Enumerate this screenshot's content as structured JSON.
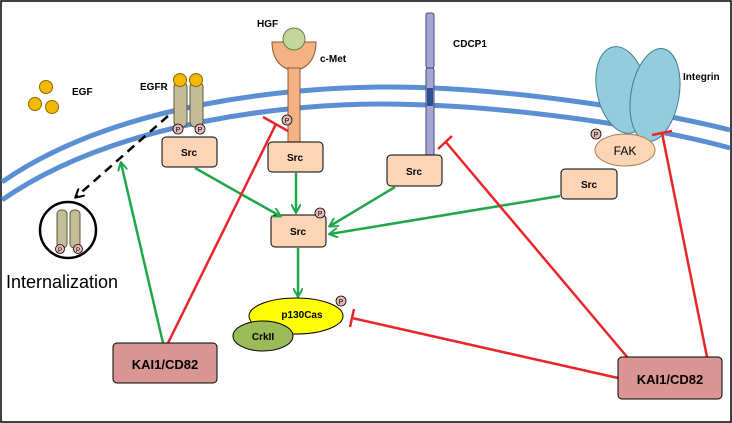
{
  "labels": {
    "egf": "EGF",
    "egfr": "EGFR",
    "hgf": "HGF",
    "cmet": "c-Met",
    "cdcp1": "CDCP1",
    "integrin": "Integrin",
    "fak": "FAK",
    "src_egfr": "Src",
    "src_cmet": "Src",
    "src_center": "Src",
    "src_cdcp1": "Src",
    "src_fak": "Src",
    "p130cas": "p130Cas",
    "crkii": "CrkII",
    "kai1_left": "KAI1/CD82",
    "kai1_right": "KAI1/CD82",
    "internalization": "Internalization",
    "phospho": "P"
  },
  "colors": {
    "membrane": "#5b8fd3",
    "src_fill": "#fbd5b5",
    "kai1_fill": "#d99694",
    "p130cas_fill": "#ffff00",
    "crkii_fill": "#9bbb59",
    "integrin_fill": "#93cddd",
    "cdcp1_fill": "#a6a6d2",
    "egfr_fill": "#c4bd97",
    "egf_fill": "#f5b800",
    "cmet_fill": "#f4b183",
    "hgf_fill": "#c3d69b",
    "activation_arrow": "#1fa84a",
    "inhibition_line": "#e8262a",
    "phospho_fill": "#e6b9b8"
  }
}
